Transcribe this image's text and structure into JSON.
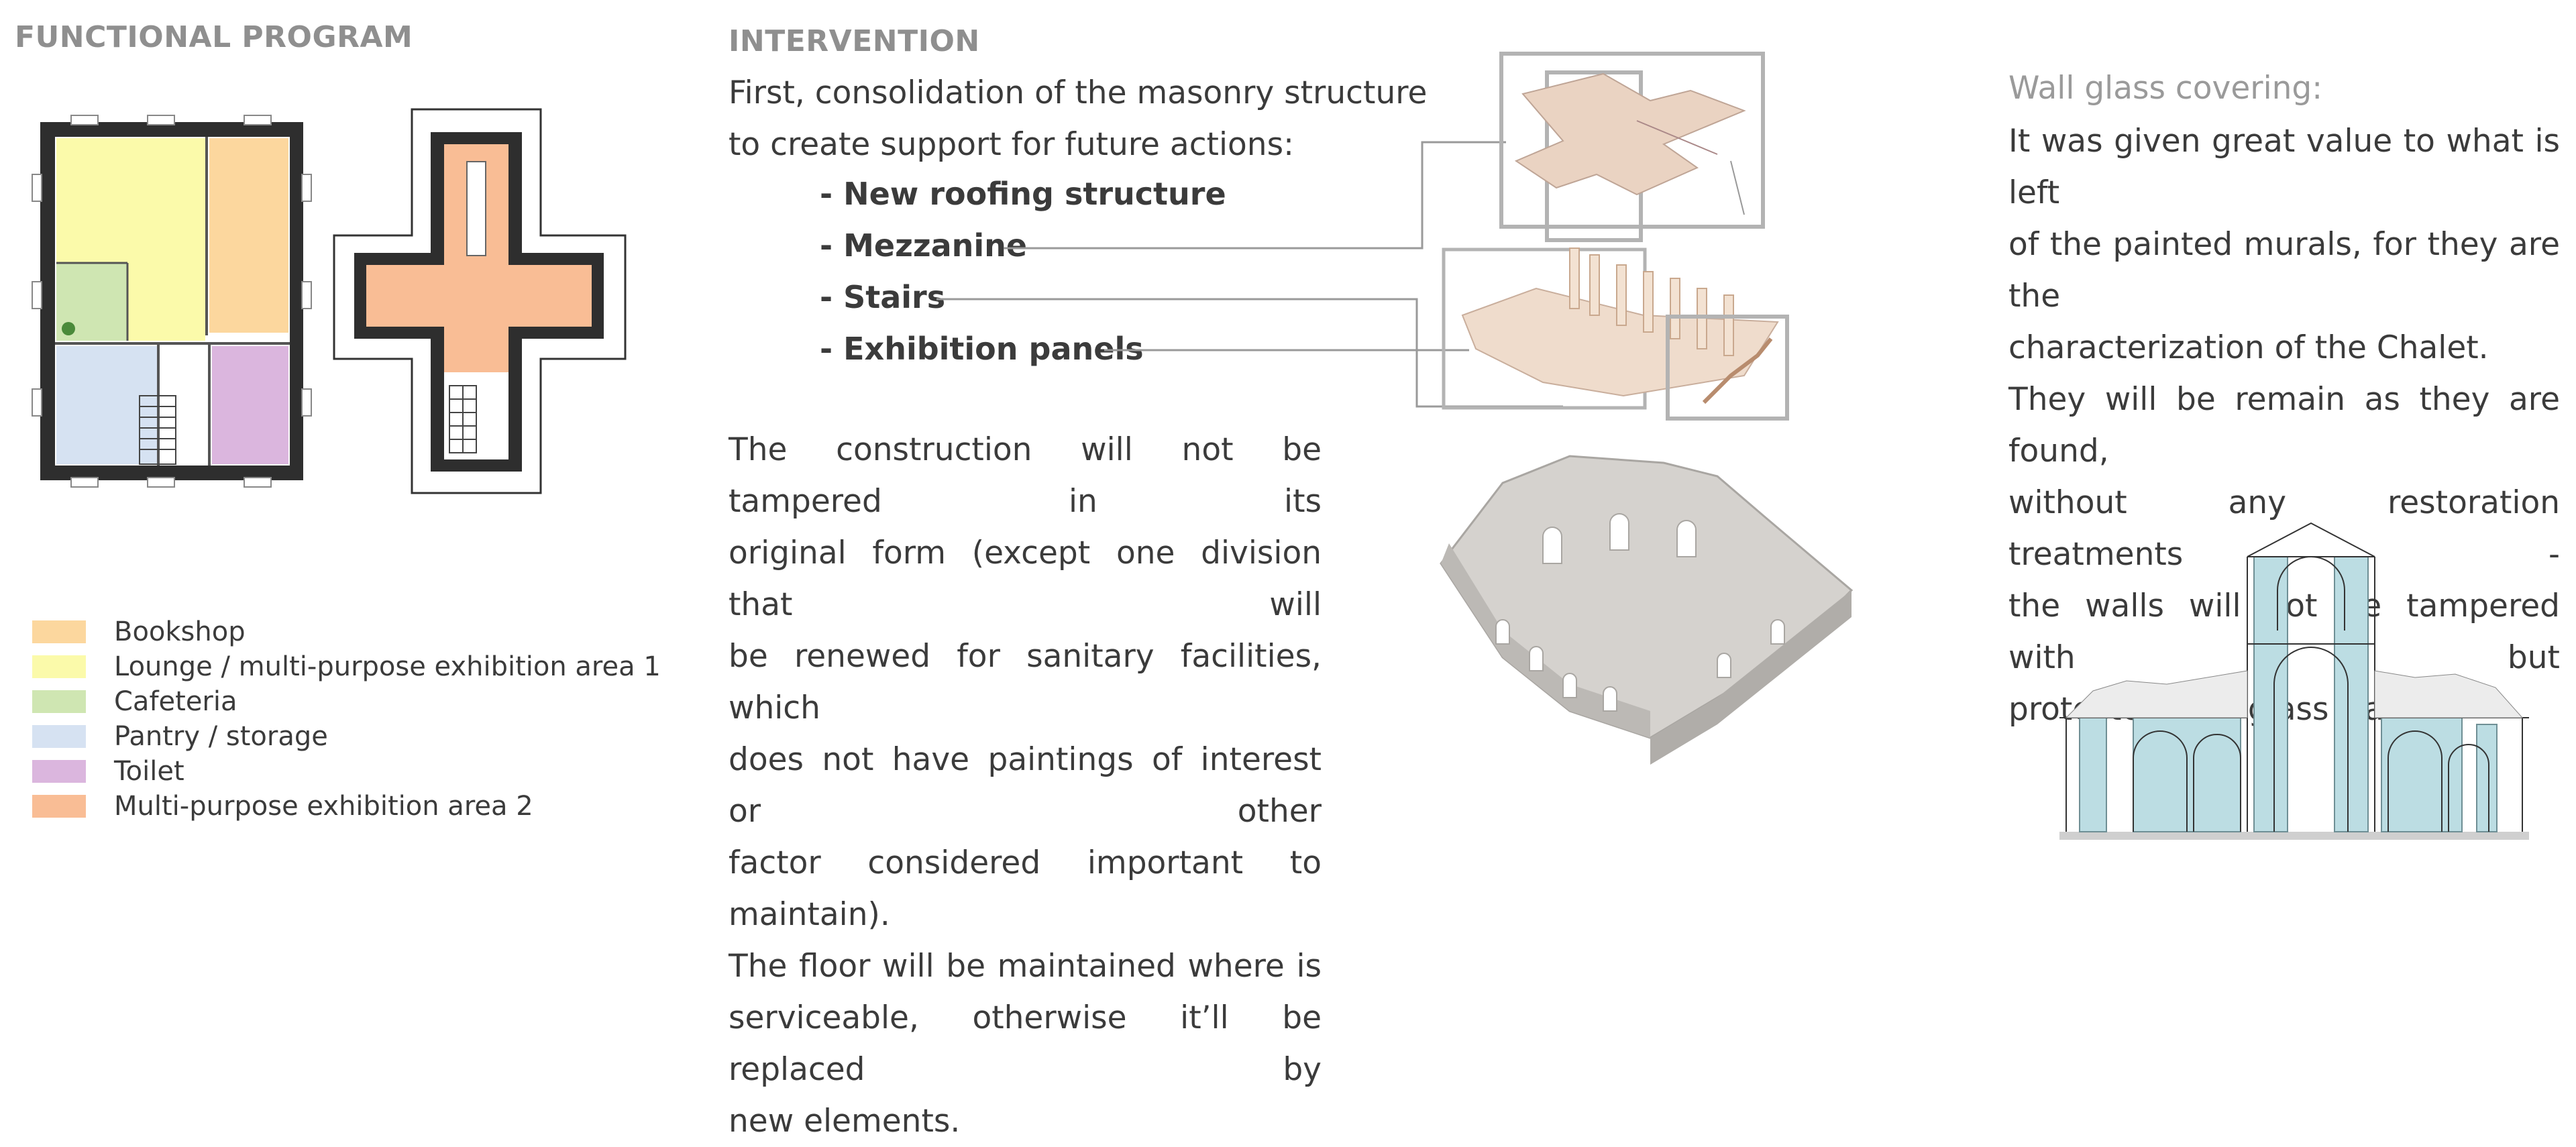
{
  "functional_program": {
    "heading": "FUNCTIONAL PROGRAM",
    "legend": [
      {
        "label": "Bookshop",
        "color": "#fcd79e"
      },
      {
        "label": "Lounge / multi-purpose exhibition area 1",
        "color": "#fbfaaa"
      },
      {
        "label": "Cafeteria",
        "color": "#cfe6b2"
      },
      {
        "label": "Pantry / storage",
        "color": "#d6e2f2"
      },
      {
        "label": "Toilet",
        "color": "#dbb6de"
      },
      {
        "label": "Multi-purpose exhibition area 2",
        "color": "#f9bd95"
      }
    ]
  },
  "intervention": {
    "heading": "INTERVENTION",
    "intro_line1": "First, consolidation of the masonry structure",
    "intro_line2": "to create support for future actions:",
    "bullets": [
      "- New roofing structure",
      "- Mezzanine",
      "- Stairs",
      "- Exhibition panels"
    ],
    "paragraph_lines": [
      "The construction will not be tampered in its",
      "original form (except one division that will",
      "be renewed for sanitary facilities, which",
      "does not have paintings of interest or other",
      "factor considered important to maintain).",
      "The floor will be maintained where is",
      "serviceable, otherwise it’ll be replaced by",
      "new elements."
    ]
  },
  "wall_glass": {
    "heading": "Wall glass covering:",
    "lines": [
      "It was given great value to what is left",
      "of the painted murals, for they are the",
      "characterization of the Chalet.",
      "They will be remain as they are found,",
      "without any restoration treatments -",
      "the walls will not be tampered with but",
      "protected with glass walls."
    ]
  },
  "colors": {
    "wall": "#2e2e2e",
    "heading": "#8f8f8f",
    "glass": "#bcdde3",
    "leader": "#9a9a9a",
    "model_stone": "#c8c5c1",
    "timber": "#e9cbb2"
  }
}
